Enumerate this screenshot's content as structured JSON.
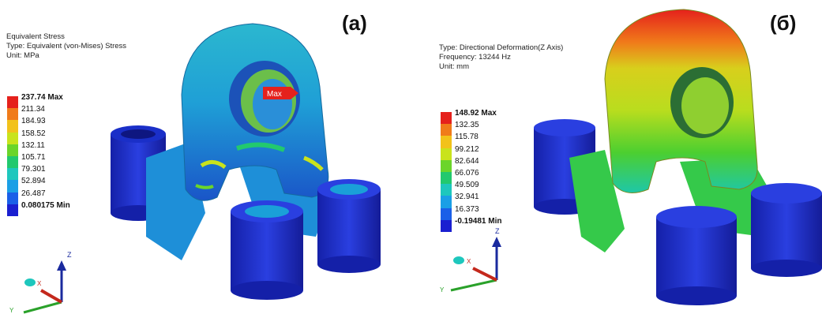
{
  "panel_a": {
    "label": "(a)",
    "info": [
      "Equivalent Stress",
      "Type: Equivalent (von-Mises) Stress",
      "Unit: MPa"
    ],
    "legend": [
      {
        "text": "237.74 Max",
        "color": "#e5211c",
        "bold": true
      },
      {
        "text": "211.34",
        "color": "#f07b1a",
        "bold": false
      },
      {
        "text": "184.93",
        "color": "#f2c21a",
        "bold": false
      },
      {
        "text": "158.52",
        "color": "#c9e31c",
        "bold": false
      },
      {
        "text": "132.11",
        "color": "#6bd52a",
        "bold": false
      },
      {
        "text": "105.71",
        "color": "#22c96e",
        "bold": false
      },
      {
        "text": "79.301",
        "color": "#1ec7bd",
        "bold": false
      },
      {
        "text": "52.894",
        "color": "#1a9fe6",
        "bold": false
      },
      {
        "text": "26.487",
        "color": "#1a5fe8",
        "bold": false
      },
      {
        "text": "0.080175 Min",
        "color": "#1a1fd0",
        "bold": true
      }
    ],
    "max_marker": "Max",
    "axes": {
      "z": "Z",
      "x": "X",
      "y": "Y"
    }
  },
  "panel_b": {
    "label": "(б)",
    "info": [
      "Type: Directional Deformation(Z Axis)",
      "Frequency: 13244 Hz",
      "Unit: mm"
    ],
    "legend": [
      {
        "text": "148.92 Max",
        "color": "#e5211c",
        "bold": true
      },
      {
        "text": "132.35",
        "color": "#f07b1a",
        "bold": false
      },
      {
        "text": "115.78",
        "color": "#f2c21a",
        "bold": false
      },
      {
        "text": "99.212",
        "color": "#c9e31c",
        "bold": false
      },
      {
        "text": "82.644",
        "color": "#6bd52a",
        "bold": false
      },
      {
        "text": "66.076",
        "color": "#22c96e",
        "bold": false
      },
      {
        "text": "49.509",
        "color": "#1ec7bd",
        "bold": false
      },
      {
        "text": "32.941",
        "color": "#1a9fe6",
        "bold": false
      },
      {
        "text": "16.373",
        "color": "#1a5fe8",
        "bold": false
      },
      {
        "text": "-0.19481 Min",
        "color": "#1a1fd0",
        "bold": true
      }
    ],
    "axes": {
      "z": "Z",
      "x": "X",
      "y": "Y"
    }
  }
}
